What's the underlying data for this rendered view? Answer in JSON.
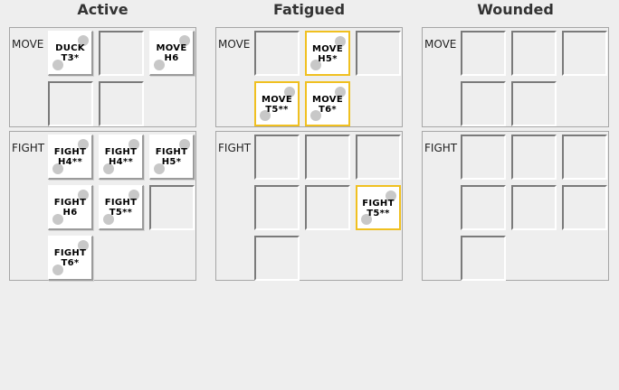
{
  "columns": [
    {
      "title": "Active",
      "move": {
        "label": "MOVE",
        "chits": [
          {
            "action": "DUCK",
            "code": "T3*",
            "highlight": false
          },
          null,
          {
            "action": "MOVE",
            "code": "H6",
            "highlight": false
          },
          null,
          null
        ]
      },
      "fight": {
        "label": "FIGHT",
        "chits": [
          {
            "action": "FIGHT",
            "code": "H4**",
            "highlight": false
          },
          {
            "action": "FIGHT",
            "code": "H4**",
            "highlight": false
          },
          {
            "action": "FIGHT",
            "code": "H5*",
            "highlight": false
          },
          {
            "action": "FIGHT",
            "code": "H6",
            "highlight": false
          },
          {
            "action": "FIGHT",
            "code": "T5**",
            "highlight": false
          },
          null,
          {
            "action": "FIGHT",
            "code": "T6*",
            "highlight": false
          }
        ]
      }
    },
    {
      "title": "Fatigued",
      "move": {
        "label": "MOVE",
        "chits": [
          null,
          {
            "action": "MOVE",
            "code": "H5*",
            "highlight": true
          },
          null,
          {
            "action": "MOVE",
            "code": "T5**",
            "highlight": true
          },
          {
            "action": "MOVE",
            "code": "T6*",
            "highlight": true
          }
        ]
      },
      "fight": {
        "label": "FIGHT",
        "chits": [
          null,
          null,
          null,
          null,
          null,
          {
            "action": "FIGHT",
            "code": "T5**",
            "highlight": true
          },
          null
        ]
      }
    },
    {
      "title": "Wounded",
      "move": {
        "label": "MOVE",
        "chits": [
          null,
          null,
          null,
          null,
          null
        ]
      },
      "fight": {
        "label": "FIGHT",
        "chits": [
          null,
          null,
          null,
          null,
          null,
          null,
          null
        ]
      }
    }
  ],
  "colors": {
    "highlight": "#f0c020",
    "background": "#eeeeee",
    "dot": "#c8c8c8"
  }
}
